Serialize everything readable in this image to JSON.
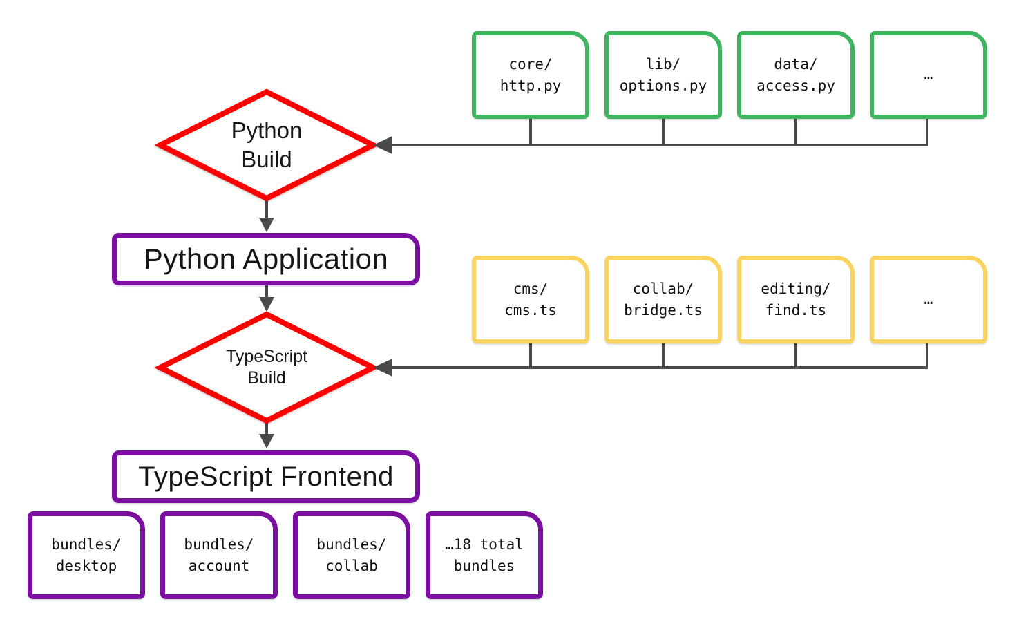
{
  "colors": {
    "green": "#3eb45e",
    "yellow": "#fad45e",
    "red": "#fe0000",
    "purple": "#7b0fa2",
    "line": "#4a4a4a",
    "text": "#161616",
    "background": "#ffffff"
  },
  "diamonds": {
    "python_build": {
      "line1": "Python",
      "line2": "Build"
    },
    "typescript_build": {
      "line1": "TypeScript",
      "line2": "Build"
    }
  },
  "nodes": {
    "python_application": "Python Application",
    "typescript_frontend": "TypeScript Frontend"
  },
  "python_files": [
    {
      "line1": "core/",
      "line2": "http.py"
    },
    {
      "line1": "lib/",
      "line2": "options.py"
    },
    {
      "line1": "data/",
      "line2": "access.py"
    },
    {
      "line1": "…",
      "line2": ""
    }
  ],
  "typescript_files": [
    {
      "line1": "cms/",
      "line2": "cms.ts"
    },
    {
      "line1": "collab/",
      "line2": "bridge.ts"
    },
    {
      "line1": "editing/",
      "line2": "find.ts"
    },
    {
      "line1": "…",
      "line2": ""
    }
  ],
  "bundles": [
    {
      "line1": "bundles/",
      "line2": "desktop"
    },
    {
      "line1": "bundles/",
      "line2": "account"
    },
    {
      "line1": "bundles/",
      "line2": "collab"
    },
    {
      "line1": "…18 total",
      "line2": "bundles"
    }
  ]
}
